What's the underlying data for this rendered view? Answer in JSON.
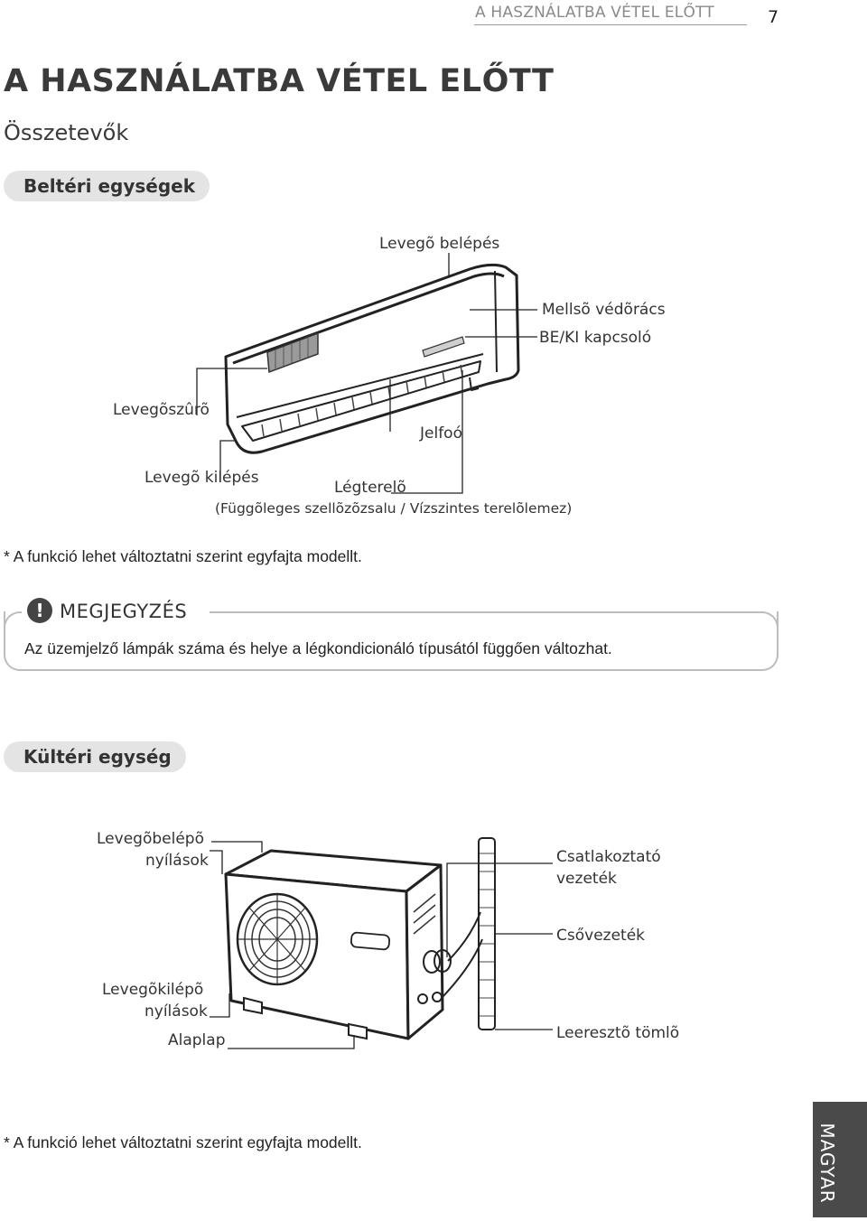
{
  "header": {
    "section_title": "A HASZNÁLATBA VÉTEL ELŐTT",
    "page_number": "7"
  },
  "title": "A HASZNÁLATBA VÉTEL ELŐTT",
  "subtitle": "Összetevők",
  "indoor": {
    "heading": "Beltéri egységek",
    "labels": {
      "air_inlet": "Levegõ belépés",
      "front_grille": "Mellsõ védõrács",
      "on_off_button": "BE/KI kapcsoló",
      "air_filter": "Levegõszûrõ",
      "signal_receiver": "Jelfoó",
      "air_outlet": "Levegõ kilépés",
      "louver": "Légterelõ",
      "louver_detail": "(Függõleges szellõzõzsalu / Vízszintes terelõlemez)"
    },
    "footnote": "* A funkció lehet változtatni szerint egyfajta modellt."
  },
  "note": {
    "icon_symbol": "!",
    "title": "MEGJEGYZÉS",
    "text": "Az üzemjelző lámpák száma és helye a légkondicionáló típusától függően változhat."
  },
  "outdoor": {
    "heading": "Kültéri egység",
    "labels": {
      "inlet_line1": "Levegõbelépõ",
      "inlet_line2": "nyílások",
      "connecting_cable_line1": "Csatlakoztató",
      "connecting_cable_line2": "vezeték",
      "piping": "Csővezeték",
      "outlet_line1": "Levegõkilépõ",
      "outlet_line2": "nyílások",
      "base_plate": "Alaplap",
      "drain_hose": "Leeresztõ tömlõ"
    },
    "footnote": "* A funkció lehet változtatni szerint egyfajta modellt."
  },
  "language_tab": "MAGYAR"
}
